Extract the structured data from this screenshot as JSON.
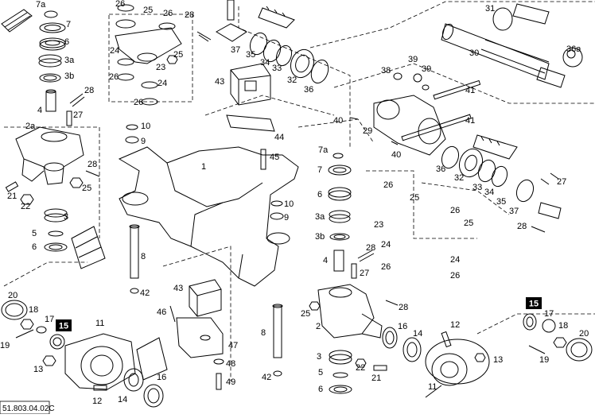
{
  "diagram": {
    "drawing_code": "51.803.04.02C",
    "highlighted_callout": "15",
    "callouts": [
      {
        "id": "c-7a-l",
        "text": "7a"
      },
      {
        "id": "c-7-l",
        "text": "7"
      },
      {
        "id": "c-6-l",
        "text": "6"
      },
      {
        "id": "c-3a-l",
        "text": "3a"
      },
      {
        "id": "c-3b-l",
        "text": "3b"
      },
      {
        "id": "c-4-l",
        "text": "4"
      },
      {
        "id": "c-28-l",
        "text": "28"
      },
      {
        "id": "c-27-l",
        "text": "27"
      },
      {
        "id": "c-2a-l",
        "text": "2a"
      },
      {
        "id": "c-28-l2",
        "text": "28"
      },
      {
        "id": "c-21-l",
        "text": "21"
      },
      {
        "id": "c-25-l",
        "text": "25"
      },
      {
        "id": "c-22-l",
        "text": "22"
      },
      {
        "id": "c-3-l",
        "text": "3"
      },
      {
        "id": "c-5-l",
        "text": "5"
      },
      {
        "id": "c-6-l2",
        "text": "6"
      },
      {
        "id": "c-20-l",
        "text": "20"
      },
      {
        "id": "c-18-l",
        "text": "18"
      },
      {
        "id": "c-17-l",
        "text": "17"
      },
      {
        "id": "c-19-l",
        "text": "19"
      },
      {
        "id": "c-11-l",
        "text": "11"
      },
      {
        "id": "c-13-l",
        "text": "13"
      },
      {
        "id": "c-12-l",
        "text": "12"
      },
      {
        "id": "c-14-l",
        "text": "14"
      },
      {
        "id": "c-16-l",
        "text": "16"
      },
      {
        "id": "c-26-tl",
        "text": "26"
      },
      {
        "id": "c-25-tl",
        "text": "25"
      },
      {
        "id": "c-26-tl2",
        "text": "26"
      },
      {
        "id": "c-28-t",
        "text": "28"
      },
      {
        "id": "c-24-t",
        "text": "24"
      },
      {
        "id": "c-25-t2",
        "text": "25"
      },
      {
        "id": "c-23-t",
        "text": "23"
      },
      {
        "id": "c-26-t3",
        "text": "26"
      },
      {
        "id": "c-24-t2",
        "text": "24"
      },
      {
        "id": "c-26-t4",
        "text": "26"
      },
      {
        "id": "c-37-t",
        "text": "37"
      },
      {
        "id": "c-35-t",
        "text": "35"
      },
      {
        "id": "c-34-t",
        "text": "34"
      },
      {
        "id": "c-33-t",
        "text": "33"
      },
      {
        "id": "c-32-t",
        "text": "32"
      },
      {
        "id": "c-36-t",
        "text": "36"
      },
      {
        "id": "c-43-t",
        "text": "43"
      },
      {
        "id": "c-10-c",
        "text": "10"
      },
      {
        "id": "c-9-c",
        "text": "9"
      },
      {
        "id": "c-44-c",
        "text": "44"
      },
      {
        "id": "c-45-c",
        "text": "45"
      },
      {
        "id": "c-1-c",
        "text": "1"
      },
      {
        "id": "c-10-c2",
        "text": "10"
      },
      {
        "id": "c-9-c2",
        "text": "9"
      },
      {
        "id": "c-8-c",
        "text": "8"
      },
      {
        "id": "c-42-c",
        "text": "42"
      },
      {
        "id": "c-43-c2",
        "text": "43"
      },
      {
        "id": "c-46-c",
        "text": "46"
      },
      {
        "id": "c-47-c",
        "text": "47"
      },
      {
        "id": "c-48-c",
        "text": "48"
      },
      {
        "id": "c-49-c",
        "text": "49"
      },
      {
        "id": "c-8-c2",
        "text": "8"
      },
      {
        "id": "c-42-c2",
        "text": "42"
      },
      {
        "id": "c-31-r",
        "text": "31"
      },
      {
        "id": "c-30-r",
        "text": "30"
      },
      {
        "id": "c-36a-r",
        "text": "36a"
      },
      {
        "id": "c-39-r",
        "text": "39"
      },
      {
        "id": "c-38-r",
        "text": "38"
      },
      {
        "id": "c-39-r2",
        "text": "39"
      },
      {
        "id": "c-41-r",
        "text": "41"
      },
      {
        "id": "c-40-r",
        "text": "40"
      },
      {
        "id": "c-29-r",
        "text": "29"
      },
      {
        "id": "c-41-r2",
        "text": "41"
      },
      {
        "id": "c-40-r2",
        "text": "40"
      },
      {
        "id": "c-36-r",
        "text": "36"
      },
      {
        "id": "c-32-r",
        "text": "32"
      },
      {
        "id": "c-33-r",
        "text": "33"
      },
      {
        "id": "c-34-r",
        "text": "34"
      },
      {
        "id": "c-35-r",
        "text": "35"
      },
      {
        "id": "c-37-r",
        "text": "37"
      },
      {
        "id": "c-27-r",
        "text": "27"
      },
      {
        "id": "c-28-r",
        "text": "28"
      },
      {
        "id": "c-7a-r",
        "text": "7a"
      },
      {
        "id": "c-7-r",
        "text": "7"
      },
      {
        "id": "c-6-r",
        "text": "6"
      },
      {
        "id": "c-3a-r",
        "text": "3a"
      },
      {
        "id": "c-3b-r",
        "text": "3b"
      },
      {
        "id": "c-4-r",
        "text": "4"
      },
      {
        "id": "c-28-r2",
        "text": "28"
      },
      {
        "id": "c-27-r2",
        "text": "27"
      },
      {
        "id": "c-26-r",
        "text": "26"
      },
      {
        "id": "c-25-r",
        "text": "25"
      },
      {
        "id": "c-26-r2",
        "text": "26"
      },
      {
        "id": "c-23-r",
        "text": "23"
      },
      {
        "id": "c-25-r2",
        "text": "25"
      },
      {
        "id": "c-24-r",
        "text": "24"
      },
      {
        "id": "c-26-r3",
        "text": "26"
      },
      {
        "id": "c-24-r2",
        "text": "24"
      },
      {
        "id": "c-26-r4",
        "text": "26"
      },
      {
        "id": "c-25-r3",
        "text": "25"
      },
      {
        "id": "c-2-r",
        "text": "2"
      },
      {
        "id": "c-28-r3",
        "text": "28"
      },
      {
        "id": "c-16-r",
        "text": "16"
      },
      {
        "id": "c-14-r",
        "text": "14"
      },
      {
        "id": "c-12-r",
        "text": "12"
      },
      {
        "id": "c-3-r",
        "text": "3"
      },
      {
        "id": "c-22-r",
        "text": "22"
      },
      {
        "id": "c-5-r",
        "text": "5"
      },
      {
        "id": "c-21-r",
        "text": "21"
      },
      {
        "id": "c-6-r2",
        "text": "6"
      },
      {
        "id": "c-11-r",
        "text": "11"
      },
      {
        "id": "c-13-r",
        "text": "13"
      },
      {
        "id": "c-17-r",
        "text": "17"
      },
      {
        "id": "c-18-r",
        "text": "18"
      },
      {
        "id": "c-20-r",
        "text": "20"
      },
      {
        "id": "c-19-r",
        "text": "19"
      }
    ]
  }
}
